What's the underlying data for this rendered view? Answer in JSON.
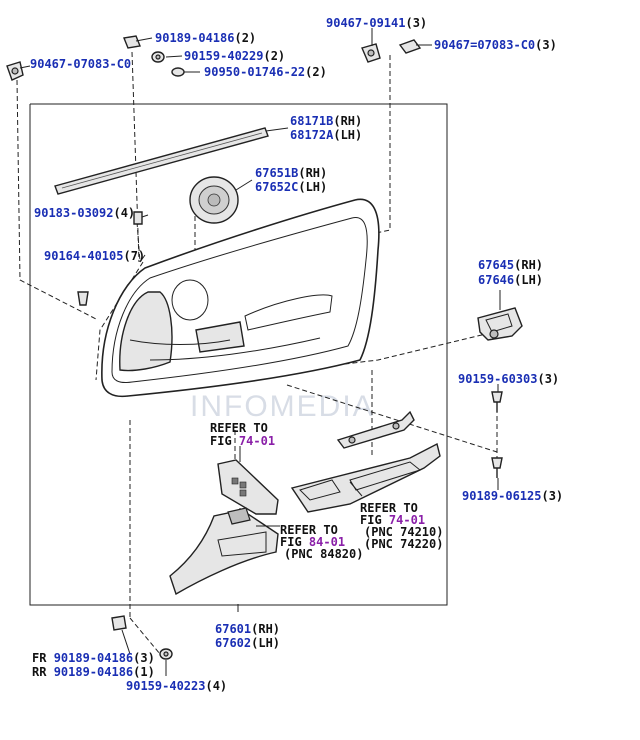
{
  "callouts": {
    "c01": {
      "pn": "90189-04186",
      "qty": "(2)"
    },
    "c02": {
      "pn": "90159-40229",
      "qty": "(2)"
    },
    "c03": {
      "pn": "90950-01746-22",
      "qty": "(2)"
    },
    "c04": {
      "pn": "90467-07083-C0",
      "qty": ""
    },
    "c05": {
      "pn": "90467-09141",
      "qty": "(3)"
    },
    "c06": {
      "pn": "90467=07083-C0",
      "qty": "(3)"
    },
    "c07": {
      "pn": "68171B",
      "qty": "(RH)"
    },
    "c08": {
      "pn": "68172A",
      "qty": "(LH)"
    },
    "c09": {
      "pn": "67651B",
      "qty": "(RH)"
    },
    "c10": {
      "pn": "67652C",
      "qty": "(LH)"
    },
    "c11": {
      "pn": "90183-03092",
      "qty": "(4)"
    },
    "c12": {
      "pn": "90164-40105",
      "qty": "(7)"
    },
    "c13": {
      "pn": "67645",
      "qty": "(RH)"
    },
    "c14": {
      "pn": "67646",
      "qty": "(LH)"
    },
    "c15": {
      "pn": "90159-60303",
      "qty": "(3)"
    },
    "c16": {
      "pn": "90189-06125",
      "qty": "(3)"
    },
    "c17": {
      "pn": "67601",
      "qty": "(RH)"
    },
    "c18": {
      "pn": "67602",
      "qty": "(LH)"
    },
    "c19": {
      "pn": "90189-04186",
      "qty": "(3)",
      "prefix": "FR"
    },
    "c20": {
      "pn": "90189-04186",
      "qty": "(1)",
      "prefix": "RR"
    },
    "c21": {
      "pn": "90159-40223",
      "qty": "(4)"
    }
  },
  "refs": {
    "r1": {
      "l1": "REFER TO",
      "l2": "FIG",
      "fig": "74-01",
      "pnc": []
    },
    "r2": {
      "l1": "REFER TO",
      "l2": "FIG",
      "fig": "84-01",
      "pnc": [
        "(PNC 84820)"
      ]
    },
    "r3": {
      "l1": "REFER TO",
      "l2": "FIG",
      "fig": "74-01",
      "pnc": [
        "(PNC 74210)",
        "(PNC 74220)"
      ]
    }
  },
  "watermark": "INFOMEDIA",
  "colors": {
    "part_number": "#1a2fb4",
    "figure_ref": "#8a1fa8",
    "quantity": "#111111"
  }
}
